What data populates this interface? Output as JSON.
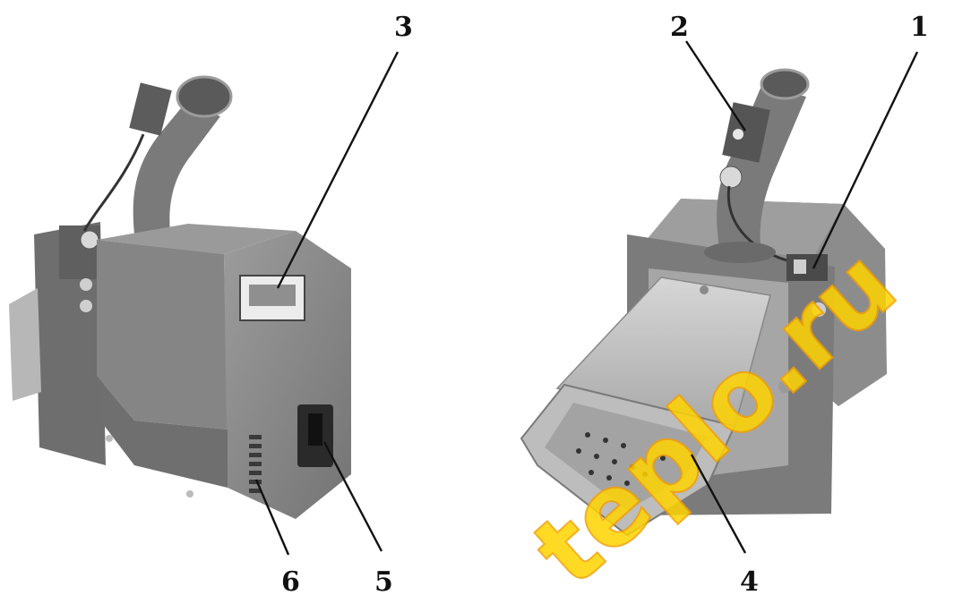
{
  "figure": {
    "callouts": [
      {
        "id": "1",
        "label": "1"
      },
      {
        "id": "2",
        "label": "2"
      },
      {
        "id": "3",
        "label": "3"
      },
      {
        "id": "4",
        "label": "4"
      },
      {
        "id": "5",
        "label": "5"
      },
      {
        "id": "6",
        "label": "6"
      }
    ],
    "watermark": "teplo.ru",
    "colors": {
      "body": "#8a8a8a",
      "body_dark": "#6c6c6c",
      "body_light": "#a3a3a3",
      "steel": "#bdbdbd",
      "watermark_fill": "#ffd400",
      "watermark_stroke": "#f3a000"
    }
  }
}
